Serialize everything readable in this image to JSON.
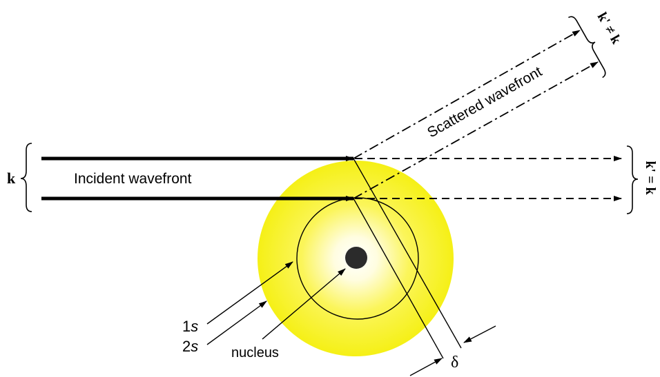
{
  "labels": {
    "incident_wavefront": "Incident wavefront",
    "scattered_wavefront": "Scattered wavefront",
    "k_incident": "k",
    "k_forward": "k' = k",
    "k_scattered": "k' ≠ k",
    "orbital_1s_num": "1",
    "orbital_1s_sym": "s",
    "orbital_2s_num": "2",
    "orbital_2s_sym": "s",
    "nucleus": "nucleus",
    "delta": "δ"
  },
  "colors": {
    "electron_cloud_outer": "#f5f016",
    "electron_cloud_inner": "#ffffff",
    "nucleus": "#2b2b2b",
    "ink": "#000000"
  }
}
